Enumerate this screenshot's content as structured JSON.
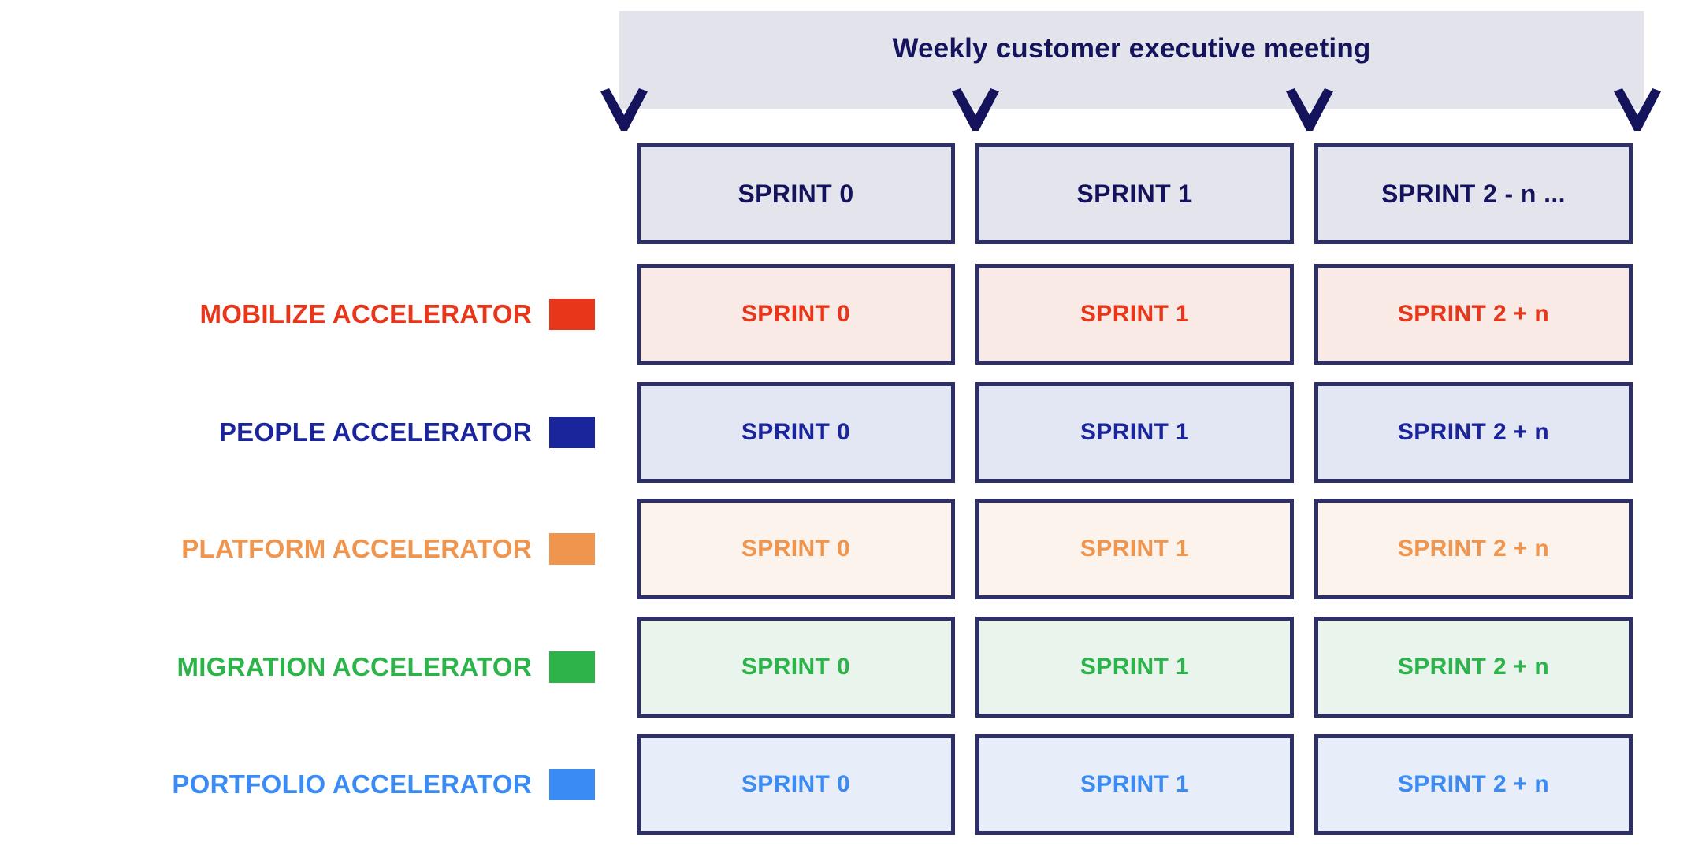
{
  "banner": {
    "title": "Weekly customer executive meeting",
    "background_color": "#E3E3EB",
    "text_color": "#14135C"
  },
  "markers": {
    "icon": "chevron-down-icon",
    "color": "#14135C",
    "count": 4
  },
  "columns": [
    {
      "id": "sprint-0",
      "header_label": "SPRINT 0"
    },
    {
      "id": "sprint-1",
      "header_label": "SPRINT 1"
    },
    {
      "id": "sprint-2-n",
      "header_label": "SPRINT 2 - n ..."
    }
  ],
  "header_row": {
    "fill": "#E3E4EC",
    "border": "#2E2F66",
    "text_color": "#14135C",
    "cells": [
      "SPRINT 0",
      "SPRINT 1",
      "SPRINT 2 - n ..."
    ]
  },
  "rows": [
    {
      "id": "mobilize-accelerator",
      "label": "MOBILIZE ACCELERATOR",
      "accent": "#E8361A",
      "fill": "#FAEAE5",
      "border": "#2E2F66",
      "cells": [
        "SPRINT 0",
        "SPRINT 1",
        "SPRINT 2 + n"
      ]
    },
    {
      "id": "people-accelerator",
      "label": "PEOPLE ACCELERATOR",
      "accent": "#1A249B",
      "fill": "#E3E7F3",
      "border": "#2E2F66",
      "cells": [
        "SPRINT 0",
        "SPRINT 1",
        "SPRINT 2 + n"
      ]
    },
    {
      "id": "platform-accelerator",
      "label": "PLATFORM ACCELERATOR",
      "accent": "#F0954E",
      "fill": "#FCF3EC",
      "border": "#2E2F66",
      "cells": [
        "SPRINT 0",
        "SPRINT 1",
        "SPRINT 2 + n"
      ]
    },
    {
      "id": "migration-accelerator",
      "label": "MIGRATION ACCELERATOR",
      "accent": "#2CB34A",
      "fill": "#E9F5EC",
      "border": "#2E2F66",
      "cells": [
        "SPRINT 0",
        "SPRINT 1",
        "SPRINT 2 + n"
      ]
    },
    {
      "id": "portfolio-accelerator",
      "label": "PORTFOLIO ACCELERATOR",
      "accent": "#3B8BF4",
      "fill": "#E7EEF9",
      "border": "#2E2F66",
      "cells": [
        "SPRINT 0",
        "SPRINT 1",
        "SPRINT 2 + n"
      ]
    }
  ]
}
